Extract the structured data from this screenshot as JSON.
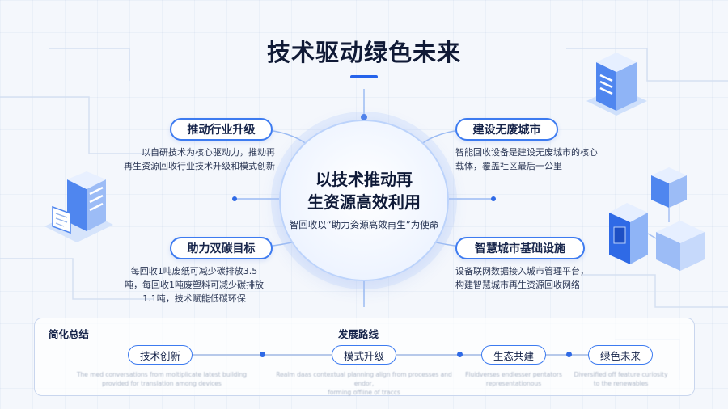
{
  "title": "技术驱动绿色未来",
  "hub": {
    "title_line1": "以技术推动再",
    "title_line2": "生资源高效利用",
    "subtitle": "智回收以“助力资源高效再生”为使命"
  },
  "cards": [
    {
      "label": "推动行业升级",
      "desc_line1": "以自研技术为核心驱动力，推动再",
      "desc_line2": "再生资源回收行业技术升级和模式创新",
      "desc_line3": ""
    },
    {
      "label": "建设无废城市",
      "desc_line1": "智能回收设备是建设无废城市的核心",
      "desc_line2": "载体，覆盖社区最后一公里",
      "desc_line3": ""
    },
    {
      "label": "助力双碳目标",
      "desc_line1": "每回收1吨废纸可减少碳排放3.5",
      "desc_line2": "吨，每回收1吨废塑料可减少碳排放",
      "desc_line3": "1.1吨，技术赋能低碳环保"
    },
    {
      "label": "智慧城市基础设施",
      "desc_line1": "设备联网数据接入城市管理平台，",
      "desc_line2": "构建智慧城市再生资源回收网络",
      "desc_line3": ""
    }
  ],
  "panel": {
    "summary_label": "简化总结",
    "roadmap_label": "发展路线",
    "steps": [
      {
        "label": "技术创新",
        "blur_line1": "The med conversations from moltiplicate latest building",
        "blur_line2": "provided for translation among devices"
      },
      {
        "label": "模式升级",
        "blur_line1": "Realm daas contextual planning align from processes and endor,",
        "blur_line2": "forming offline of traccs"
      },
      {
        "label": "生态共建",
        "blur_line1": "Fluidverses endlesser pentators",
        "blur_line2": "representationous"
      },
      {
        "label": "绿色未来",
        "blur_line1": "Diversified off feature curiosity",
        "blur_line2": "to the renewables"
      }
    ]
  },
  "colors": {
    "accent": "#2563eb",
    "pill_border": "#3d7bf0",
    "background": "#f4f7fc"
  },
  "icons": [
    "server-icon-top-right",
    "server-icon-left",
    "equipment-cluster-icon-right"
  ]
}
